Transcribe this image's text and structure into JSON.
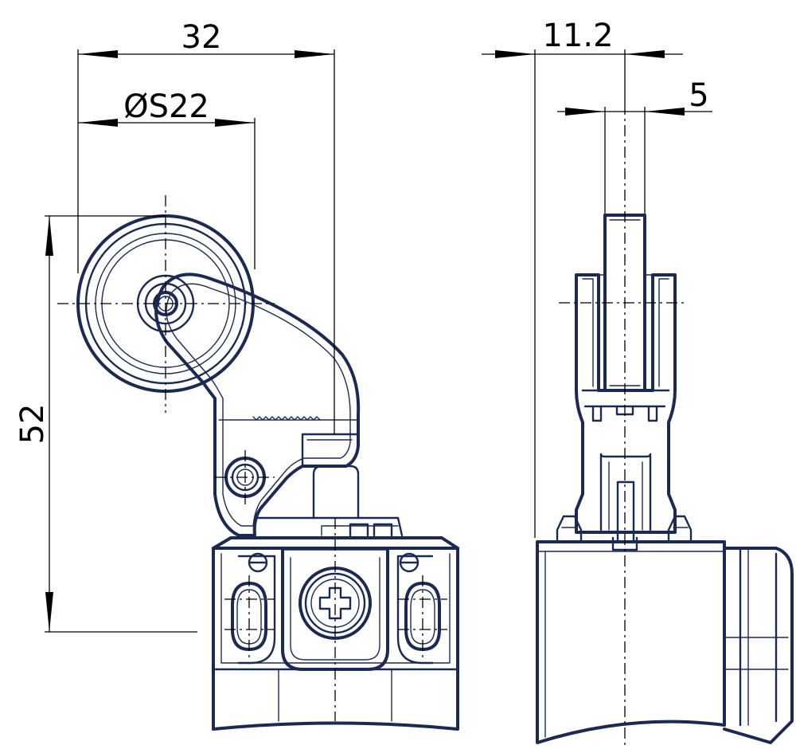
{
  "dimensions": {
    "width_32": "32",
    "roller_diameter": "ØS22",
    "height_52": "52",
    "side_width": "11.2",
    "roller_width": "5"
  },
  "colors": {
    "outline": "#1b2a52",
    "dimension": "#000000",
    "background": "#ffffff"
  }
}
